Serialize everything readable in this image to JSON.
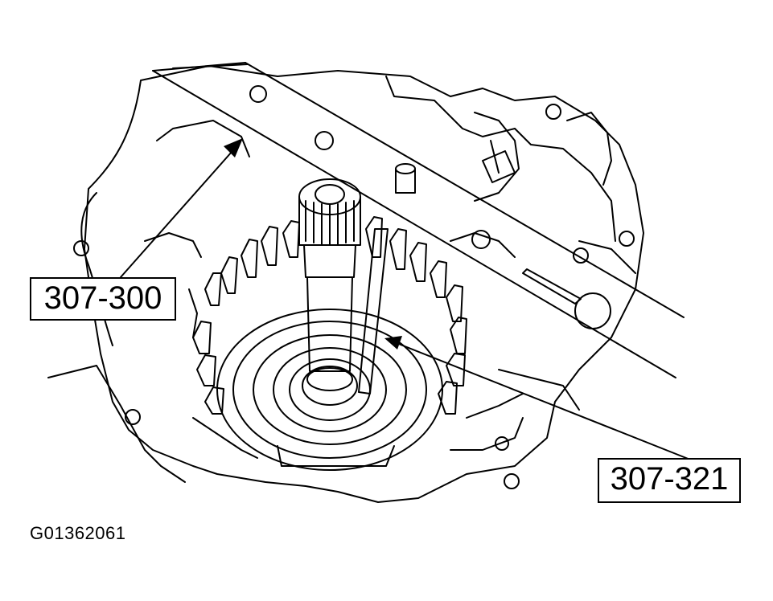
{
  "callouts": {
    "tool_a": "307-300",
    "tool_b": "307-321"
  },
  "figure_id": "G01362061",
  "colors": {
    "line": "#000000",
    "background": "#ffffff"
  }
}
